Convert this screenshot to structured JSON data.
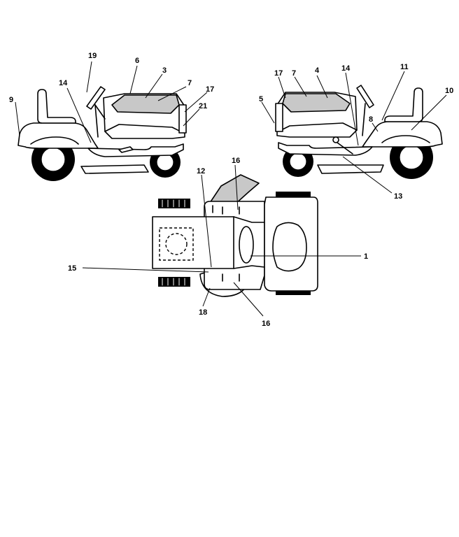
{
  "colors": {
    "line": "#000000",
    "shade": "#c8c8c8",
    "background": "#ffffff"
  },
  "callouts": {
    "c1": "1",
    "c3": "3",
    "c4": "4",
    "c5": "5",
    "c6": "6",
    "c7_left": "7",
    "c7_right": "7",
    "c8": "8",
    "c9": "9",
    "c10": "10",
    "c11": "11",
    "c12": "12",
    "c13": "13",
    "c14_left": "14",
    "c14_right": "14",
    "c15": "15",
    "c16_top": "16",
    "c16_bottom": "16",
    "c17_left": "17",
    "c17_right": "17",
    "c18": "18",
    "c19": "19",
    "c21": "21"
  }
}
